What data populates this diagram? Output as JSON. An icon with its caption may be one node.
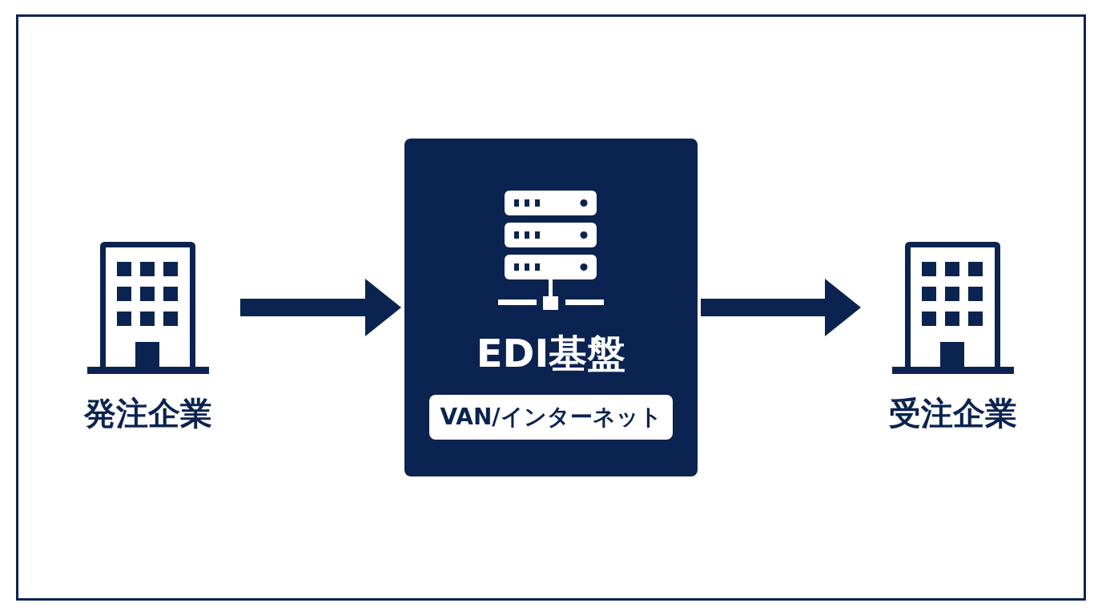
{
  "diagram": {
    "nodes": [
      {
        "text": [
          "発注企業"
        ]
      },
      {
        "text": [
          "EDI基盤"
        ]
      },
      {
        "text": [
          "VAN/インターネット"
        ],
        "in": 1
      },
      {
        "text": [
          "受注企業"
        ]
      }
    ],
    "edges": [
      {
        "from": 0,
        "to": 1,
        "arrow": "to"
      },
      {
        "from": 1,
        "to": 3,
        "arrow": "to"
      }
    ]
  }
}
